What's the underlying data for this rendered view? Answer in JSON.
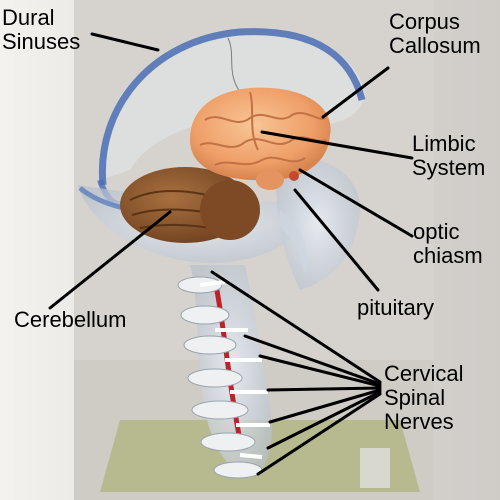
{
  "labels": {
    "dural": [
      "Dural",
      "Sinuses"
    ],
    "corpus": [
      "Corpus",
      "Callosum"
    ],
    "limbic": [
      "Limbic",
      "System"
    ],
    "optic": [
      "optic",
      "chiasm"
    ],
    "pituitary": [
      "pituitary"
    ],
    "cerebellum": [
      "Cerebellum"
    ],
    "cervical": [
      "Cervical",
      "Spinal",
      "Nerves"
    ]
  },
  "colors": {
    "background_wall": "#e9e6e2",
    "backdrop_panel": "#d3d0cc",
    "base_plate": "#b6b98c",
    "cerebrum": "#f0a46e",
    "cerebellum": "#8a5530",
    "dural_sinus": "#4a6fb4",
    "spinal_nerve": "#ffffff",
    "spinal_cord": "#c0202a",
    "leader_line": "#000000"
  }
}
